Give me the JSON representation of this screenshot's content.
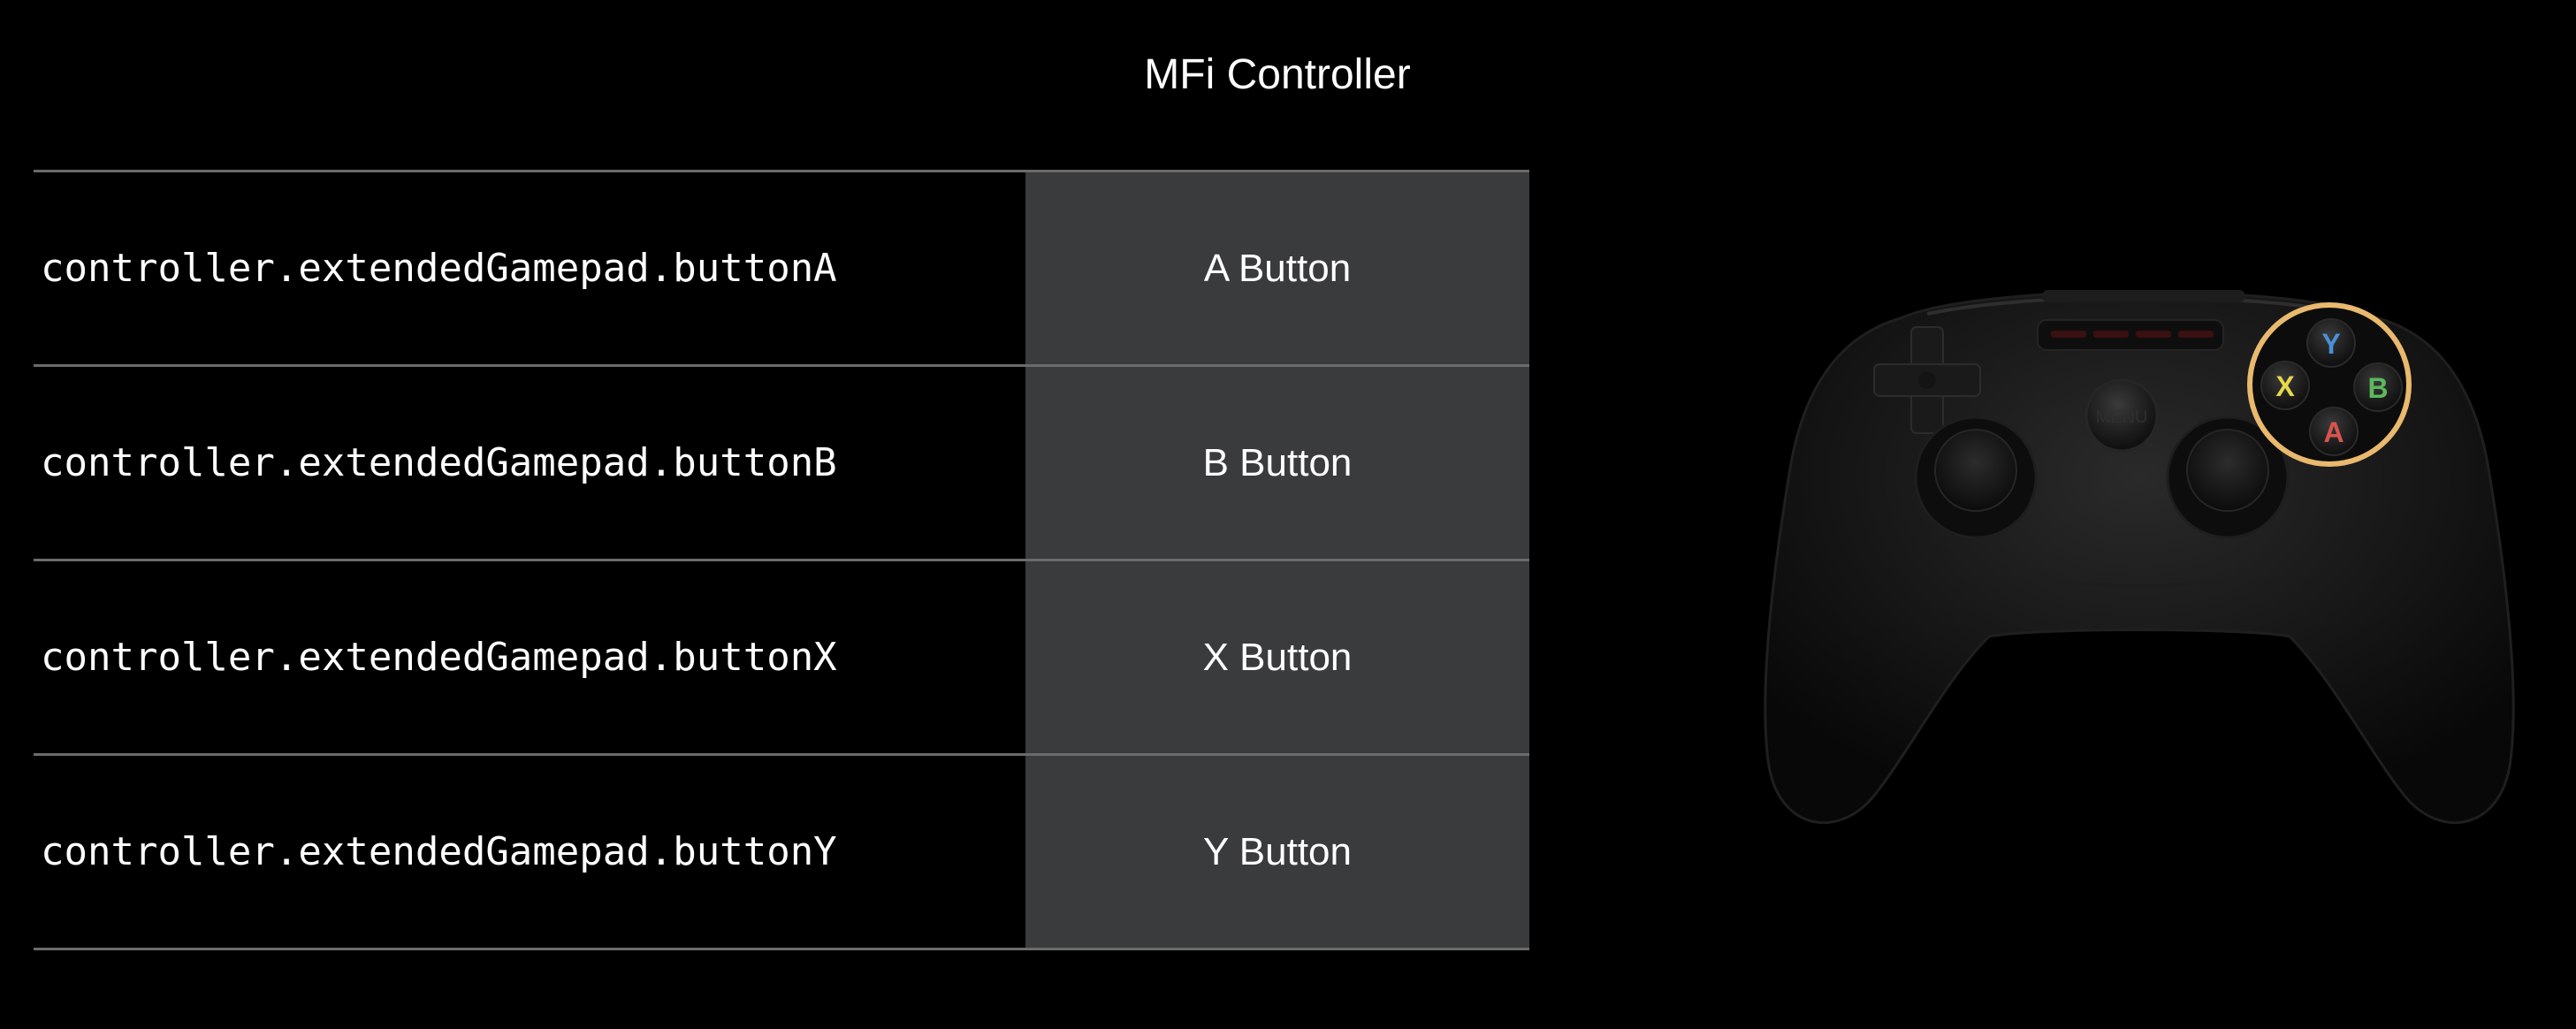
{
  "header": {
    "column_title": "MFi Controller"
  },
  "mappings": [
    {
      "code": "controller.extendedGamepad.buttonA",
      "name": "A Button"
    },
    {
      "code": "controller.extendedGamepad.buttonB",
      "name": "B Button"
    },
    {
      "code": "controller.extendedGamepad.buttonX",
      "name": "X Button"
    },
    {
      "code": "controller.extendedGamepad.buttonY",
      "name": "Y Button"
    }
  ],
  "controller": {
    "face_buttons": [
      "Y",
      "X",
      "B",
      "A"
    ],
    "menu_label": "MENU",
    "colors": {
      "highlight_ring": "#e9b96e",
      "button_y": "#4a90d9",
      "button_x": "#e6d84a",
      "button_b": "#5cb85c",
      "button_a": "#d9534f",
      "body": "#141414",
      "table_cell": "#3a3b3c"
    }
  }
}
